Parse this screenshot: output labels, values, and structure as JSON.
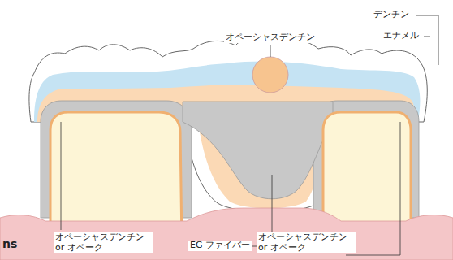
{
  "diagram": {
    "labels": [
      "オペーシャスデンチン",
      "デンチン",
      "エナメル",
      "オペーシャスデンチン or オペーク",
      "EG ファイバー",
      "オペーシャスデンチン or オペーク",
      "ns"
    ]
  }
}
